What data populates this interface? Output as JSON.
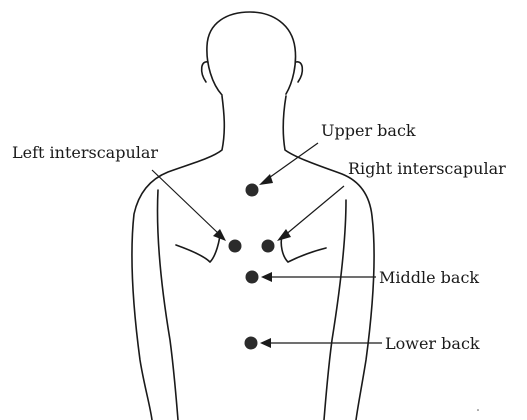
{
  "colors": {
    "ink": "#1a1a1a",
    "dot": "#2b2b2b",
    "background": "#ffffff"
  },
  "labels": {
    "upper_back": "Upper back",
    "left_interscapular": "Left interscapular",
    "right_interscapular": "Right interscapular",
    "middle_back": "Middle back",
    "lower_back": "Lower back"
  }
}
